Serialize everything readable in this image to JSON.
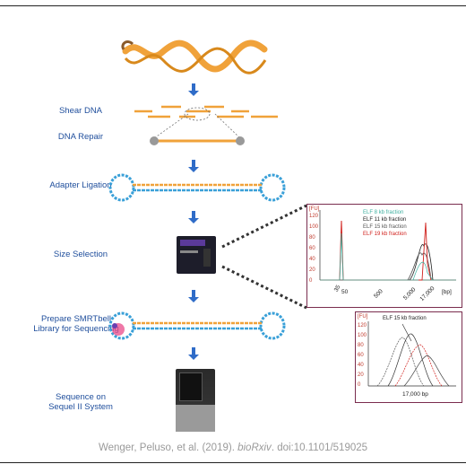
{
  "steps": {
    "shear": "Shear DNA",
    "repair": "DNA Repair",
    "ligation": "Adapter Ligation",
    "size": "Size Selection",
    "prepare_line1": "Prepare SMRTbell",
    "prepare_line2": "Library for Sequencing",
    "sequence_line1": "Sequence on",
    "sequence_line2": "Sequel II System"
  },
  "citation": {
    "authors": "Wenger, Peluso, et al. (2019). ",
    "journal": "bioRxiv",
    "doi": ". doi:10.1101/519025"
  },
  "panel_top": {
    "fu_label": "[FU]",
    "y_ticks": [
      "120",
      "100",
      "80",
      "60",
      "40",
      "20",
      "0"
    ],
    "x_ticks": [
      "35",
      "50",
      "500",
      "5,000",
      "17,000",
      "[bp]"
    ],
    "legend": [
      {
        "label": "ELF 8 kb fraction",
        "color": "#3fb0a0"
      },
      {
        "label": "ELF 11 kb fraction",
        "color": "#222222"
      },
      {
        "label": "ELF 15 kb fraction",
        "color": "#555555"
      },
      {
        "label": "ELF 19 kb fraction",
        "color": "#d0201c"
      }
    ]
  },
  "panel_bottom": {
    "fu_label": "[FU]",
    "annotation": "ELF 15 kb fraction",
    "y_ticks": [
      "120",
      "100",
      "80",
      "60",
      "40",
      "20",
      "0"
    ],
    "x_label": "17,000 bp"
  },
  "colors": {
    "step_text": "#1f4e9c",
    "arrow": "#2f6cc8",
    "dna_orange": "#f0a23a",
    "adapter_blue": "#3aa0d8",
    "panel_border": "#7a2d4e",
    "citation": "#9a9a9a"
  },
  "icons": [
    "dna-helix-icon",
    "size-selection-instrument-icon",
    "sequel-ii-sequencer-icon"
  ]
}
